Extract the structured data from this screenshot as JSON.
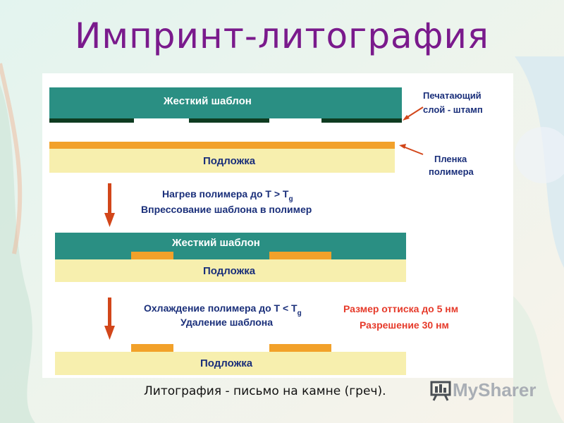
{
  "slide": {
    "title": "Импринт-литография",
    "caption": "Литография - письмо на камне (греч).",
    "logo_text": "MySharer"
  },
  "diagram": {
    "labels": {
      "template": "Жесткий шаблон",
      "substrate": "Подложка",
      "print_layer": "Печатающий",
      "print_layer2": "слой - штамп",
      "polymer_film": "Пленка",
      "polymer_film2": "полимера",
      "step1_line1": "Нагрев полимера до T > T",
      "step1_line2": "Впрессование шаблона в полимер",
      "step2_line1": "Охлаждение полимера до T < T",
      "step2_line2": "Удаление шаблона",
      "subscript_g": "g",
      "result_line1": "Размер оттиска до 5 нм",
      "result_line2": "Разрешение 30 нм"
    },
    "colors": {
      "template": "#2a8f83",
      "stamp": "#0e3b20",
      "polymer": "#f2a12a",
      "substrate": "#f7efae",
      "arrow": "#d2461a",
      "label": "#1a2f7a",
      "result": "#e63a2a",
      "title": "#7a1a8c"
    }
  }
}
